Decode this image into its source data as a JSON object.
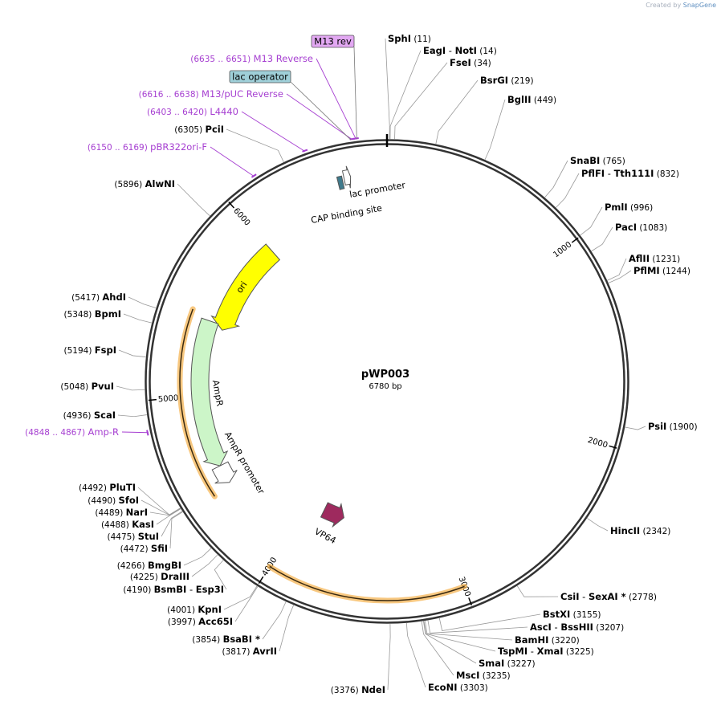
{
  "watermark": {
    "prefix": "Created by",
    "brand": "SnapGene"
  },
  "plasmid": {
    "name": "pWP003",
    "size_label": "6780 bp",
    "length": 6780
  },
  "ticks": [
    {
      "pos": 1000,
      "label": "1000"
    },
    {
      "pos": 2000,
      "label": "2000"
    },
    {
      "pos": 3000,
      "label": "3000"
    },
    {
      "pos": 4000,
      "label": "4000"
    },
    {
      "pos": 5000,
      "label": "5000"
    },
    {
      "pos": 6000,
      "label": "6000"
    }
  ],
  "enzymes_right": [
    {
      "name": "SphI",
      "pos": 11,
      "pos_label": "(11)"
    },
    {
      "name": "EagI - NotI",
      "pos": 14,
      "pos_label": "(14)"
    },
    {
      "name": "FseI",
      "pos": 34,
      "pos_label": "(34)"
    },
    {
      "name": "BsrGI",
      "pos": 219,
      "pos_label": "(219)"
    },
    {
      "name": "BglII",
      "pos": 449,
      "pos_label": "(449)"
    },
    {
      "name": "SnaBI",
      "pos": 765,
      "pos_label": "(765)"
    },
    {
      "name": "PflFI - Tth111I",
      "pos": 832,
      "pos_label": "(832)"
    },
    {
      "name": "PmlI",
      "pos": 996,
      "pos_label": "(996)"
    },
    {
      "name": "PacI",
      "pos": 1083,
      "pos_label": "(1083)"
    },
    {
      "name": "AflII",
      "pos": 1231,
      "pos_label": "(1231)"
    },
    {
      "name": "PflMI",
      "pos": 1244,
      "pos_label": "(1244)"
    },
    {
      "name": "PsiI",
      "pos": 1900,
      "pos_label": "(1900)"
    },
    {
      "name": "HincII",
      "pos": 2342,
      "pos_label": "(2342)"
    },
    {
      "name": "CsiI - SexAI *",
      "pos": 2778,
      "pos_label": "(2778)"
    },
    {
      "name": "BstXI",
      "pos": 3155,
      "pos_label": "(3155)"
    },
    {
      "name": "AscI - BssHII",
      "pos": 3207,
      "pos_label": "(3207)"
    },
    {
      "name": "BamHI",
      "pos": 3220,
      "pos_label": "(3220)"
    },
    {
      "name": "TspMI - XmaI",
      "pos": 3225,
      "pos_label": "(3225)"
    },
    {
      "name": "SmaI",
      "pos": 3227,
      "pos_label": "(3227)"
    },
    {
      "name": "MscI",
      "pos": 3235,
      "pos_label": "(3235)"
    },
    {
      "name": "EcoNI",
      "pos": 3303,
      "pos_label": "(3303)"
    }
  ],
  "enzymes_left": [
    {
      "name": "NdeI",
      "pos": 3376,
      "pos_label": "(3376)"
    },
    {
      "name": "AvrII",
      "pos": 3817,
      "pos_label": "(3817)"
    },
    {
      "name": "BsaBI *",
      "pos": 3854,
      "pos_label": "(3854)"
    },
    {
      "name": "Acc65I",
      "pos": 3997,
      "pos_label": "(3997)"
    },
    {
      "name": "KpnI",
      "pos": 4001,
      "pos_label": "(4001)"
    },
    {
      "name": "BsmBI - Esp3I",
      "pos": 4190,
      "pos_label": "(4190)"
    },
    {
      "name": "DraIII",
      "pos": 4225,
      "pos_label": "(4225)"
    },
    {
      "name": "BmgBI",
      "pos": 4266,
      "pos_label": "(4266)"
    },
    {
      "name": "SfiI",
      "pos": 4472,
      "pos_label": "(4472)"
    },
    {
      "name": "StuI",
      "pos": 4475,
      "pos_label": "(4475)"
    },
    {
      "name": "KasI",
      "pos": 4488,
      "pos_label": "(4488)"
    },
    {
      "name": "NarI",
      "pos": 4489,
      "pos_label": "(4489)"
    },
    {
      "name": "SfoI",
      "pos": 4490,
      "pos_label": "(4490)"
    },
    {
      "name": "PluTI",
      "pos": 4492,
      "pos_label": "(4492)"
    },
    {
      "name": "ScaI",
      "pos": 4936,
      "pos_label": "(4936)"
    },
    {
      "name": "PvuI",
      "pos": 5048,
      "pos_label": "(5048)"
    },
    {
      "name": "FspI",
      "pos": 5194,
      "pos_label": "(5194)"
    },
    {
      "name": "BpmI",
      "pos": 5348,
      "pos_label": "(5348)"
    },
    {
      "name": "AhdI",
      "pos": 5417,
      "pos_label": "(5417)"
    },
    {
      "name": "AlwNI",
      "pos": 5896,
      "pos_label": "(5896)"
    },
    {
      "name": "PciI",
      "pos": 6305,
      "pos_label": "(6305)"
    }
  ],
  "primers": [
    {
      "name": "M13 Reverse",
      "range": "(6635 .. 6651)",
      "pos": 6643
    },
    {
      "name": "M13/pUC Reverse",
      "range": "(6616 .. 6638)",
      "pos": 6627
    },
    {
      "name": "L4440",
      "range": "(6403 .. 6420)",
      "pos": 6411
    },
    {
      "name": "pBR322ori-F",
      "range": "(6150 .. 6169)",
      "pos": 6160
    },
    {
      "name": "Amp-R",
      "range": "(4848 .. 4867)",
      "pos": 4857
    }
  ],
  "boxed_labels": [
    {
      "name": "M13 rev",
      "color": "#e2a8f2",
      "pos": 6646
    },
    {
      "name": "lac operator",
      "color": "#9fcfd8",
      "pos": 6620
    }
  ],
  "features": [
    {
      "name": "ori",
      "start": 5410,
      "end": 6000,
      "color": "#ffff00",
      "direction": "ccw"
    },
    {
      "name": "AmpR",
      "start": 4580,
      "end": 5440,
      "color": "#ccf5c8",
      "direction": "ccw"
    },
    {
      "name": "AmpR promoter",
      "start": 4470,
      "end": 4580,
      "color": "#ffffff",
      "direction": "ccw"
    },
    {
      "name": "VP64",
      "start": 3720,
      "end": 3880,
      "color": "#9e2a5e",
      "direction": "ccw"
    },
    {
      "name": "lac promoter",
      "start": 6555,
      "end": 6590,
      "color": "#ffffff",
      "direction": "cw"
    },
    {
      "name": "CAP binding site",
      "start": 6520,
      "end": 6545,
      "color": "#3f7a8c",
      "direction": "none"
    }
  ],
  "orf_arcs": [
    {
      "start": 3000,
      "end": 4000,
      "color": "#f5b04a"
    },
    {
      "start": 4450,
      "end": 5470,
      "color": "#f5b04a"
    }
  ],
  "colors": {
    "primer": "#a63fd1",
    "enzyme": "#000000",
    "ring": "#333333"
  }
}
